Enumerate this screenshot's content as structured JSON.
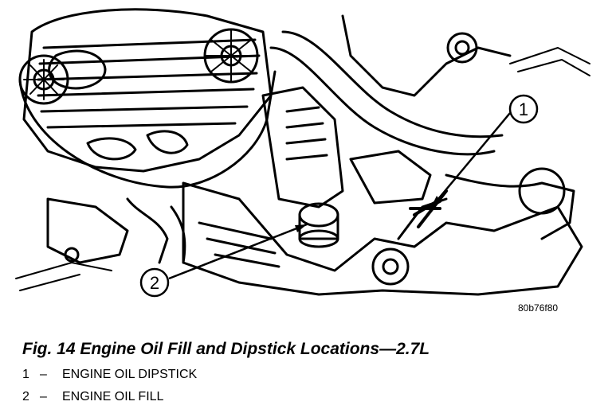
{
  "figure_code": "80b76f80",
  "caption": "Fig. 14 Engine Oil Fill and Dipstick Locations—2.7L",
  "callouts": [
    {
      "number": "1",
      "label": "ENGINE OIL DIPSTICK"
    },
    {
      "number": "2",
      "label": "ENGINE OIL FILL"
    }
  ],
  "separator": "–"
}
